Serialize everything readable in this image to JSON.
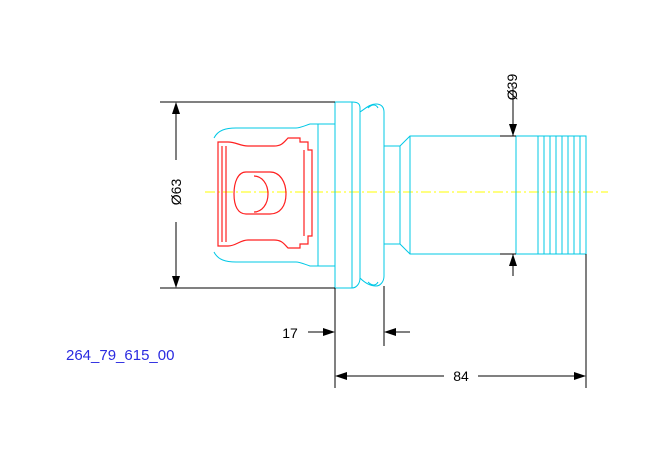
{
  "drawing": {
    "part_number": "264_79_615_00",
    "dimensions": {
      "bore_diameter": "Ø63",
      "shank_diameter": "Ø39",
      "flange_width": "17",
      "overall_length": "84"
    }
  },
  "colors": {
    "outline": "#00c8e6",
    "section": "#ff2020",
    "centerline": "#ffff00",
    "dimension": "#000000",
    "label": "#2a2ae0"
  }
}
